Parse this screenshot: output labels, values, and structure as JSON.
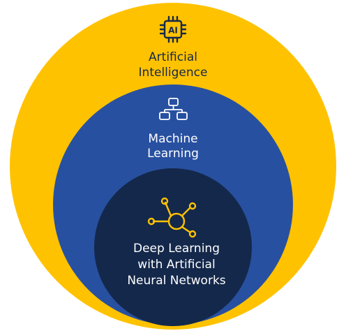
{
  "colors": {
    "outer": "#FFC200",
    "middle": "#2850A0",
    "inner": "#14284B",
    "outer_text": "#14284B",
    "light_text": "#FFFFFF",
    "middle_icon": "#FFFFFF",
    "inner_icon": "#FFC200",
    "background": "#FFFFFF"
  },
  "outer": {
    "icon": "ai-chip-icon",
    "label_line1": "Artificial",
    "label_line2": "Intelligence",
    "chip_text": "AI"
  },
  "middle": {
    "icon": "network-hierarchy-icon",
    "label_line1": "Machine",
    "label_line2": "Learning"
  },
  "inner": {
    "icon": "neural-network-icon",
    "label_line1": "Deep Learning",
    "label_line2": "with Artificial",
    "label_line3": "Neural Networks"
  }
}
